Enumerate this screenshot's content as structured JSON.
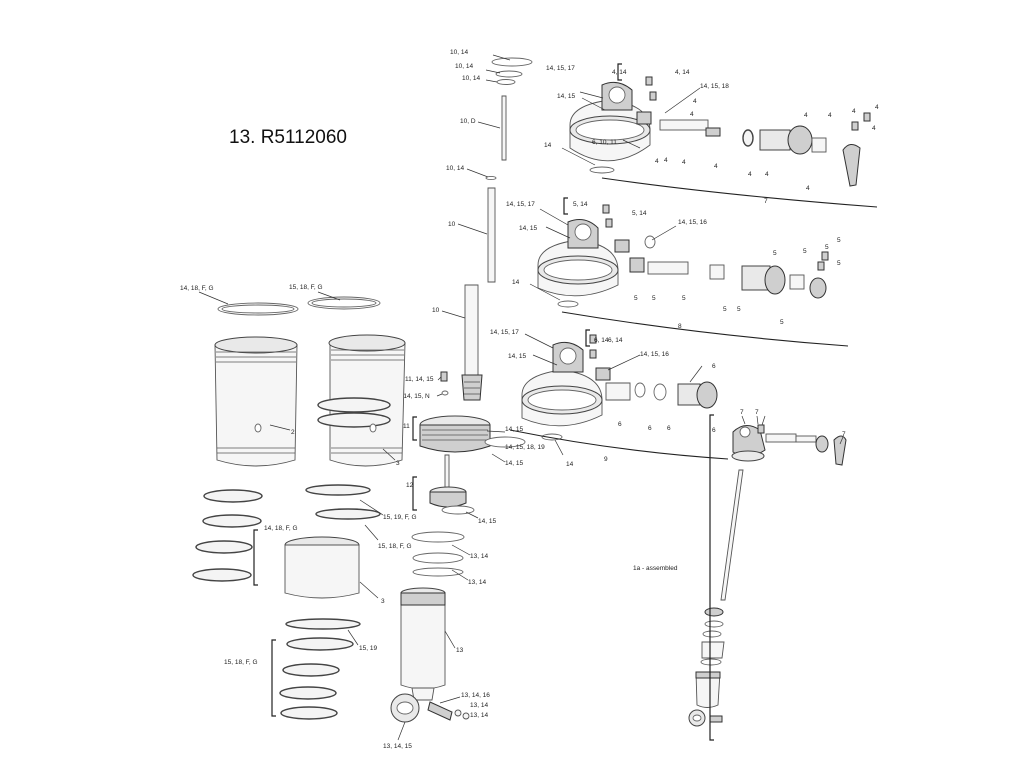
{
  "diagram": {
    "title": "13. R5112060",
    "subtitle": "1a - assembled",
    "labels": {
      "top_stack_1": "10, 14",
      "top_stack_2": "10, 14",
      "top_stack_3": "10, 14",
      "shaft_d": "10, D",
      "shaft_clip": "10, 14",
      "shaft_upper": "10",
      "shaft_lower": "10",
      "port_a": "11, 14, 15",
      "port_b": "11, 14, 15, N",
      "bracket_11": "11",
      "piston_a": "14, 15",
      "piston_b": "14, 15, 18, 19",
      "piston_c": "14, 15",
      "bracket_12": "12",
      "piston_d": "14, 15",
      "left_seal": "14, 18, F, G",
      "right_seal": "15, 18, F, G",
      "can_2": "2",
      "can_3a": "3",
      "rings_left": "14, 18, F, G",
      "rings_mid_1": "15, 19, F, G",
      "rings_mid_2": "15, 18, F, G",
      "can_3b": "3",
      "ring_15_19": "15, 19",
      "rings_bottom": "15, 18, F, G",
      "body_13": "13",
      "r13_14_a": "13, 14",
      "r13_14_b": "13, 14",
      "eye_a": "13, 14, 16",
      "eye_b": "13, 14",
      "eye_c": "13, 14",
      "eye_d": "13, 14, 15",
      "g7_14_15_17": "14, 15, 17",
      "g7_4_14a": "4, 14",
      "g7_4_14b": "4, 14",
      "g7_14_15": "14, 15",
      "g7_14_15_18": "14, 15, 18",
      "g7_4a": "4",
      "g7_6_10_11": "6, 10, 11",
      "g7_14": "14",
      "g7_4b": "4",
      "g7_4c": "4",
      "g7_4d": "4",
      "g7_4e": "4",
      "g7_4f": "4",
      "g7_4g": "4",
      "g7_4h": "4",
      "g7_4i": "4",
      "g7_4j": "4",
      "g7_4k": "4",
      "g7_4l": "4",
      "g7_4m": "4",
      "g7_4n": "4",
      "g7_num": "7",
      "g8_14_15_17": "14, 15, 17",
      "g8_5_14a": "5, 14",
      "g8_5_14b": "5, 14",
      "g8_14_15": "14, 15",
      "g8_14_15_16": "14, 15, 16",
      "g8_14": "14",
      "g8_5a": "5",
      "g8_5b": "5",
      "g8_5c": "5",
      "g8_5d": "5",
      "g8_5e": "5",
      "g8_5f": "5",
      "g8_5g": "5",
      "g8_5h": "5",
      "g8_5i": "5",
      "g8_5j": "5",
      "g8_5k": "5",
      "g8_num": "8",
      "g9_14_15_17": "14, 15, 17",
      "g9_6_14": "6, 14",
      "g9_6_14b": "6, 14",
      "g9_14_15": "14, 15",
      "g9_14_15_16": "14, 15, 16",
      "g9_6a": "6",
      "g9_6b": "6",
      "g9_6c": "6",
      "g9_6d": "6",
      "g9_6e": "6",
      "g9_14": "14",
      "g9_num": "9",
      "a7_1": "7",
      "a7_2": "7",
      "a7_3": "7"
    }
  }
}
